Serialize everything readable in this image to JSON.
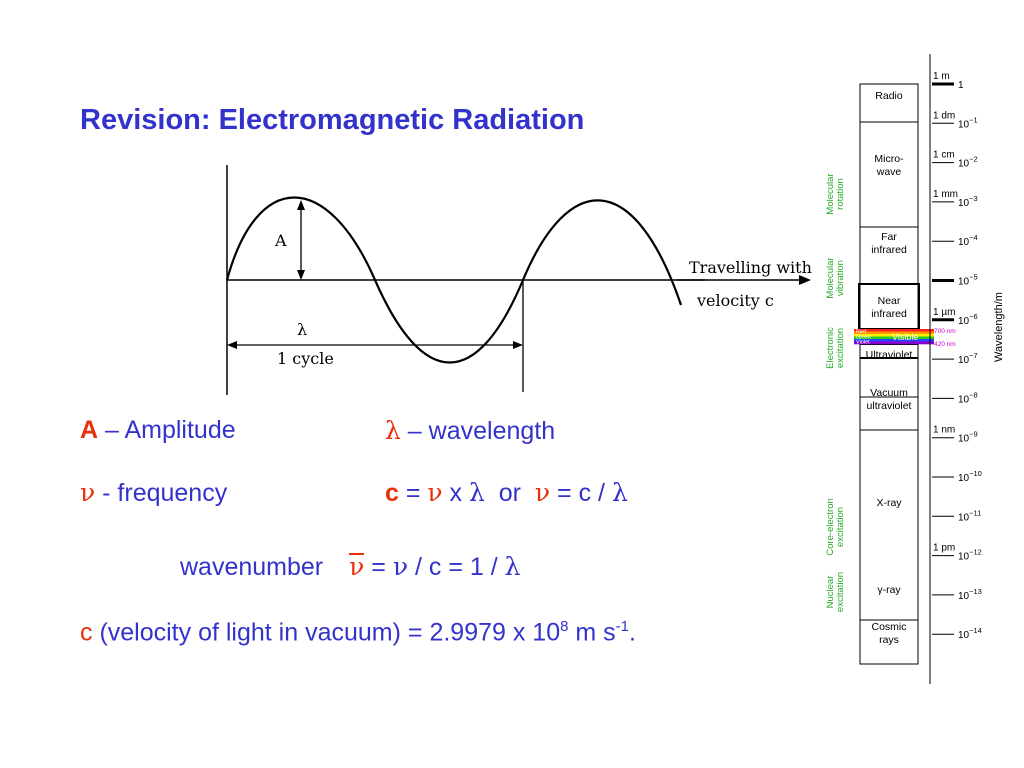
{
  "slide": {
    "title": "Revision: Electromagnetic Radiation"
  },
  "wave_figure": {
    "amplitude_label": "A",
    "lambda_label": "λ",
    "cycle_label": "1 cycle",
    "travel_line1": "Travelling with",
    "travel_line2": "velocity c"
  },
  "definitions": {
    "amplitude_symbol": "A",
    "amplitude_text": " – Amplitude",
    "wavelength_symbol": "λ",
    "wavelength_text": " – wavelength",
    "frequency_symbol": "ν",
    "frequency_text": " - frequency",
    "relation_c": "c",
    "relation_rest1": " = ",
    "relation_nu1": "ν",
    "relation_x": " x ",
    "relation_lambda1": "λ",
    "relation_or": "  or  ",
    "relation_nu2": "ν",
    "relation_rest2": " = c / ",
    "relation_lambda2": "λ",
    "wavenumber_word": "wavenumber",
    "wavenumber_symbol": "ν",
    "wavenumber_eq1": " = ",
    "wavenumber_nu": "ν",
    "wavenumber_eq2": " / c = 1 / ",
    "wavenumber_lambda": "λ",
    "velocity_c": "c",
    "velocity_text": " (velocity of light in vacuum) = 2.9979 x 10",
    "velocity_exp": "8",
    "velocity_unit": " m s",
    "velocity_unit_exp": "-1",
    "velocity_end": "."
  },
  "spectrum": {
    "axis_label": "Wavelength/m",
    "regions": [
      {
        "line1": "Radio",
        "line2": ""
      },
      {
        "line1": "Micro-",
        "line2": "wave"
      },
      {
        "line1": "Far",
        "line2": "infrared"
      },
      {
        "line1": "Near",
        "line2": "infrared"
      },
      {
        "line1": "Ultraviolet",
        "line2": ""
      },
      {
        "line1": "Vacuum",
        "line2": "ultraviolet"
      },
      {
        "line1": "X-ray",
        "line2": ""
      },
      {
        "line1": "γ-ray",
        "line2": ""
      },
      {
        "line1": "Cosmic",
        "line2": "rays"
      }
    ],
    "visible_label": "Visible",
    "visible_red": "Red",
    "visible_green": "Green",
    "visible_violet": "Violet",
    "nm700": "700 nm",
    "nm420": "420 nm",
    "transitions": [
      {
        "line1": "Molecular",
        "line2": "rotation"
      },
      {
        "line1": "Molecular",
        "line2": "vibration"
      },
      {
        "line1": "Electronic",
        "line2": "excitation"
      },
      {
        "line1": "Core-electron",
        "line2": "excitation"
      },
      {
        "line1": "Nuclear",
        "line2": "excitation"
      }
    ],
    "ticks": [
      {
        "mant": "1",
        "exp": ""
      },
      {
        "mant": "10",
        "exp": "−1"
      },
      {
        "mant": "10",
        "exp": "−2"
      },
      {
        "mant": "10",
        "exp": "−3"
      },
      {
        "mant": "10",
        "exp": "−4"
      },
      {
        "mant": "10",
        "exp": "−5"
      },
      {
        "mant": "10",
        "exp": "−6"
      },
      {
        "mant": "10",
        "exp": "−7"
      },
      {
        "mant": "10",
        "exp": "−8"
      },
      {
        "mant": "10",
        "exp": "−9"
      },
      {
        "mant": "10",
        "exp": "−10"
      },
      {
        "mant": "10",
        "exp": "−11"
      },
      {
        "mant": "10",
        "exp": "−12"
      },
      {
        "mant": "10",
        "exp": "−13"
      },
      {
        "mant": "10",
        "exp": "−14"
      }
    ],
    "units": [
      "1 m",
      "1 dm",
      "1 cm",
      "1 mm",
      "1 µm",
      "1 nm",
      "1 pm"
    ],
    "colors": {
      "transition_text": "#22aa22",
      "nm_text": "#cc00cc",
      "red": "#ff2020",
      "orange": "#ff9900",
      "yellow": "#ffee00",
      "green": "#22cc22",
      "blue": "#2244ff",
      "violet": "#8800cc"
    }
  }
}
